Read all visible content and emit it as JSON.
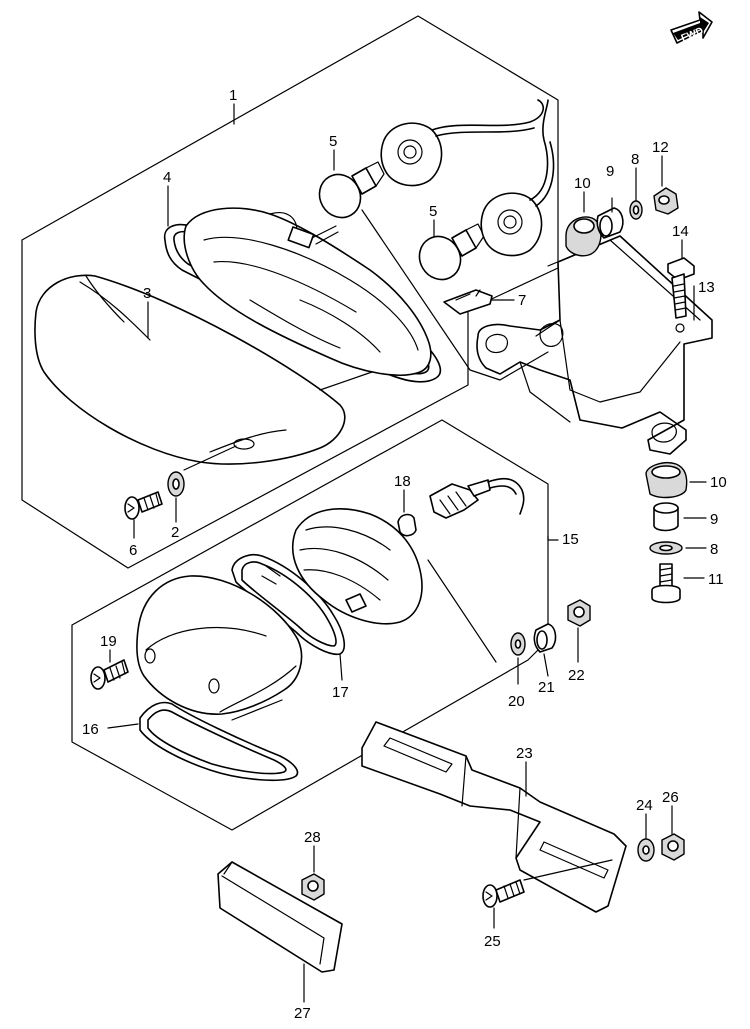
{
  "badge": {
    "text": "FWD"
  },
  "labels": {
    "p1": "1",
    "p2": "2",
    "p3": "3",
    "p4": "4",
    "p5a": "5",
    "p5b": "5",
    "p6": "6",
    "p7": "7",
    "p8a": "8",
    "p8b": "8",
    "p9a": "9",
    "p9b": "9",
    "p10a": "10",
    "p10b": "10",
    "p11": "11",
    "p12": "12",
    "p13": "13",
    "p14": "14",
    "p15": "15",
    "p16": "16",
    "p17": "17",
    "p18": "18",
    "p19": "19",
    "p20": "20",
    "p21": "21",
    "p22": "22",
    "p23": "23",
    "p24": "24",
    "p25": "25",
    "p26": "26",
    "p27": "27",
    "p28": "28"
  }
}
